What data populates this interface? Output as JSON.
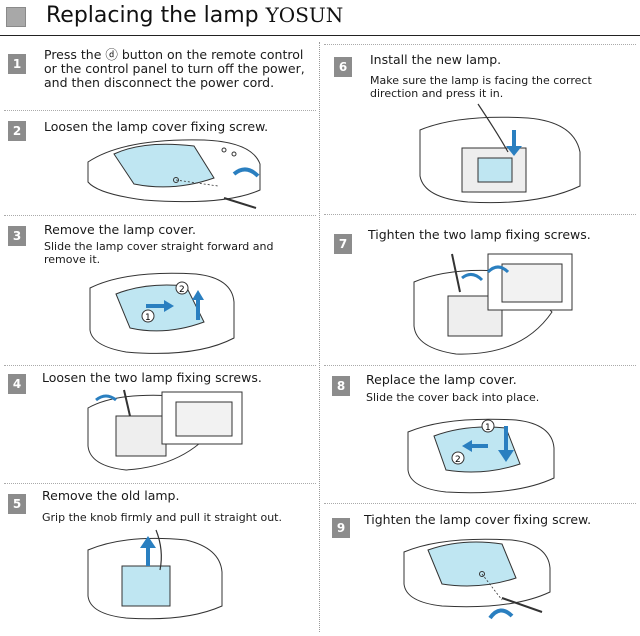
{
  "header": {
    "title": "Replacing the lamp",
    "brand": "YOSUN"
  },
  "steps": [
    {
      "num": "1",
      "title": "Press the ⓓ button on the remote control or the control panel to turn off the power, and then disconnect the power cord.",
      "sub": ""
    },
    {
      "num": "2",
      "title": "Loosen the lamp cover fixing screw.",
      "sub": ""
    },
    {
      "num": "3",
      "title": "Remove the lamp cover.",
      "sub": "Slide the lamp cover straight forward and remove it."
    },
    {
      "num": "4",
      "title": "Loosen the two lamp fixing screws.",
      "sub": ""
    },
    {
      "num": "5",
      "title": "Remove the old lamp.",
      "sub": "Grip the knob firmly and pull it straight out."
    },
    {
      "num": "6",
      "title": "Install the new lamp.",
      "sub": "Make sure the lamp is facing the correct direction and press it in."
    },
    {
      "num": "7",
      "title": "Tighten the two lamp fixing screws.",
      "sub": ""
    },
    {
      "num": "8",
      "title": "Replace the lamp cover.",
      "sub": "Slide the cover back into place."
    },
    {
      "num": "9",
      "title": "Tighten the lamp cover fixing screw.",
      "sub": ""
    }
  ],
  "callouts": {
    "one": "1",
    "two": "2"
  },
  "colors": {
    "step_box": "#8c8c8c",
    "lamp_cover": "#bfe6f2",
    "arrow_blue": "#2a7fc0",
    "line": "#333333"
  }
}
